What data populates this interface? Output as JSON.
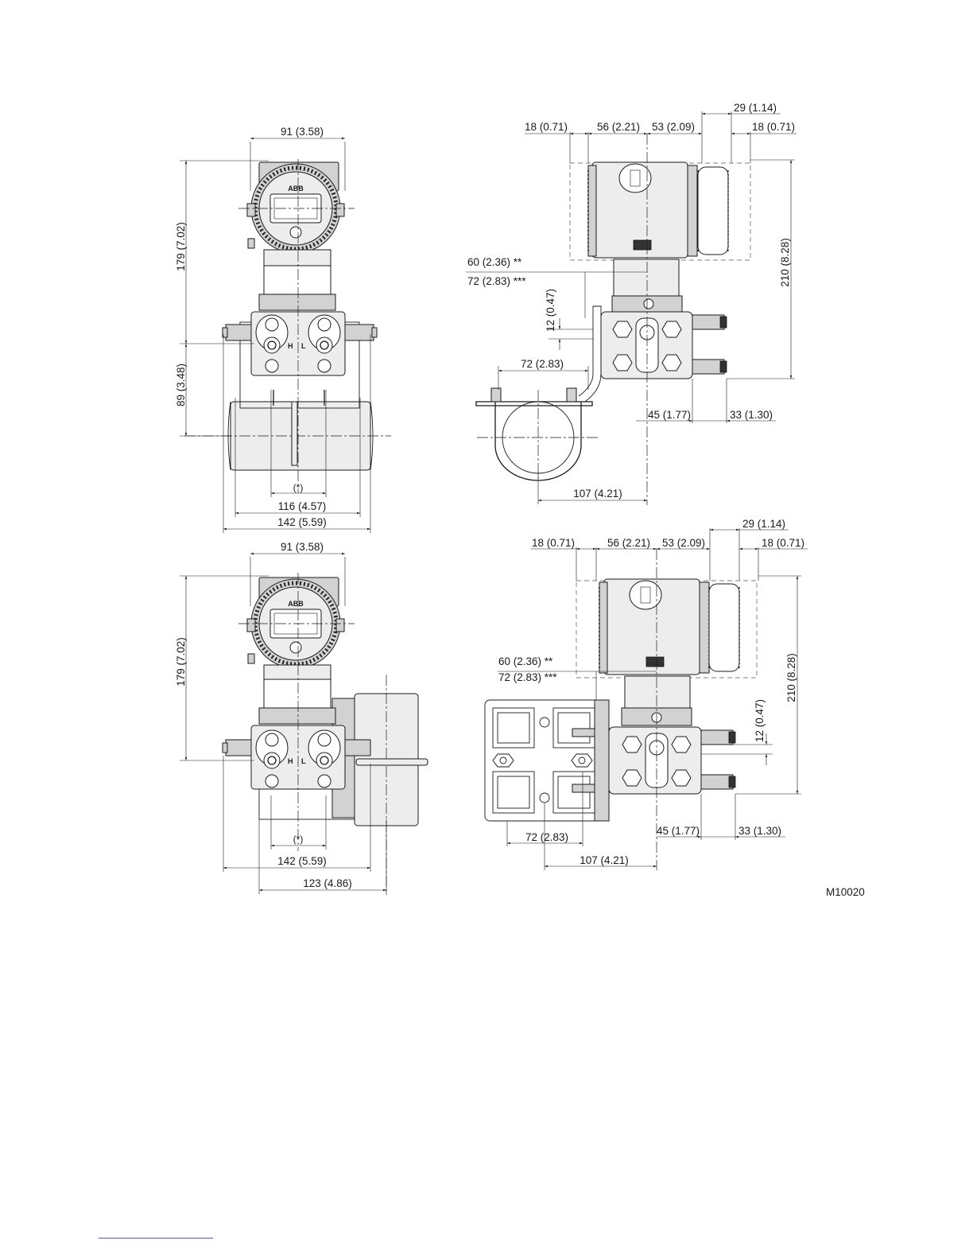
{
  "drawing_id": "M10020",
  "views": {
    "top_front": {
      "width_top": "91 (3.58)",
      "height_total": "179 (7.02)",
      "height_lower": "89 (3.48)",
      "star": "(*)",
      "width_mid": "116 (4.57)",
      "width_bottom": "142 (5.59)",
      "logo": "ABB",
      "port_h": "H",
      "port_l": "L"
    },
    "top_side": {
      "d29": "29 (1.14)",
      "d18_left": "18 (0.71)",
      "d56": "56 (2.21)",
      "d53": "53 (2.09)",
      "d18_right": "18 (0.71)",
      "d60": "60 (2.36) **",
      "d72_b": "72 (2.83) ***",
      "d12": "12 (0.47)",
      "d72": "72 (2.83)",
      "d210": "210 (8.28)",
      "d45": "45 (1.77)",
      "d33": "33 (1.30)",
      "d107": "107 (4.21)"
    },
    "bottom_front": {
      "width_top": "91 (3.58)",
      "height_total": "179 (7.02)",
      "star": "(*)",
      "width_mid": "142 (5.59)",
      "width_bottom": "123 (4.86)",
      "logo": "ABB",
      "port_h": "H",
      "port_l": "L"
    },
    "bottom_side": {
      "d29": "29 (1.14)",
      "d18_left": "18 (0.71)",
      "d56": "56 (2.21)",
      "d53": "53 (2.09)",
      "d18_right": "18 (0.71)",
      "d60": "60 (2.36) **",
      "d72_b": "72 (2.83) ***",
      "d12": "12 (0.47)",
      "d210": "210 (8.28)",
      "d45": "45 (1.77)",
      "d33": "33 (1.30)",
      "d72": "72 (2.83)",
      "d107": "107 (4.21)"
    }
  }
}
